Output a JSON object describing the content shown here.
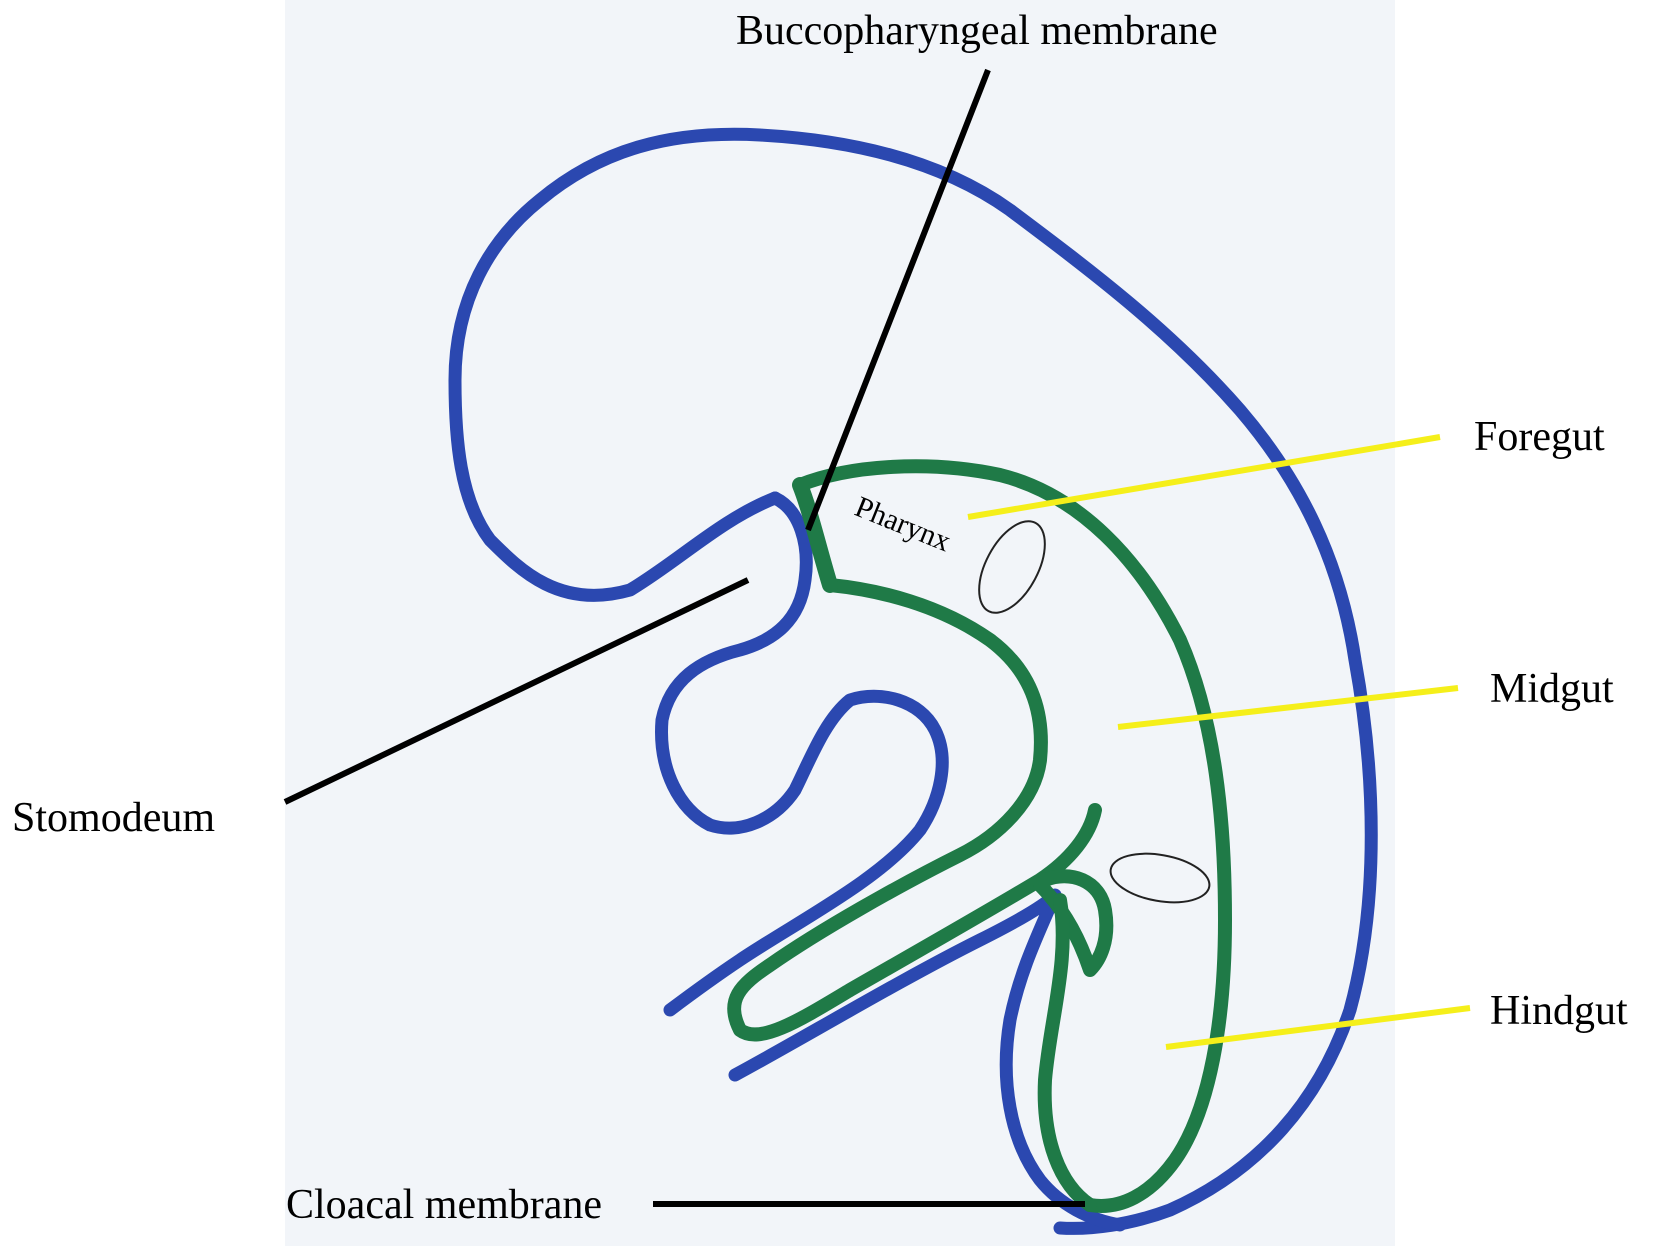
{
  "labels": {
    "buccopharyngeal": "Buccopharyngeal membrane",
    "foregut": "Foregut",
    "midgut": "Midgut",
    "hindgut": "Hindgut",
    "stomodeum": "Stomodeum",
    "cloacal": "Cloacal membrane",
    "pharynx": "Pharynx"
  },
  "colors": {
    "ectoderm": "#2b48b0",
    "endoderm": "#1f7a47",
    "leader_black": "#000000",
    "leader_yellow": "#f5ef1a",
    "paper": "#f2f5f9"
  }
}
